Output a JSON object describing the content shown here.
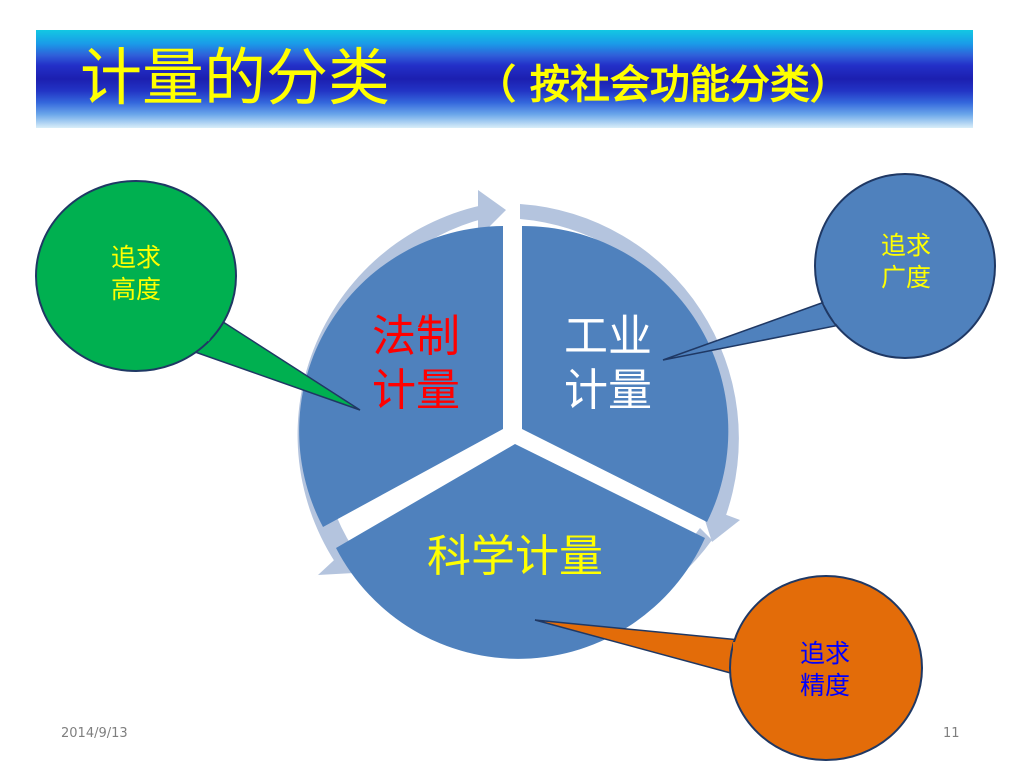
{
  "title": {
    "main": "计量的分类",
    "sub": "（ 按社会功能分类）"
  },
  "segments": {
    "legal": {
      "line1": "法制",
      "line2": "计量",
      "color": "#ff0000"
    },
    "industrial": {
      "line1": "工业",
      "line2": "计量",
      "color": "#ffffff"
    },
    "scientific": {
      "label": "科学计量",
      "color": "#ffff00"
    }
  },
  "callouts": {
    "height": {
      "line1": "追求",
      "line2": "高度",
      "fill": "#00b050",
      "text_color": "#ffff00"
    },
    "breadth": {
      "line1": "追求",
      "line2": "广度",
      "fill": "#4f81bd",
      "text_color": "#ffff00"
    },
    "precision": {
      "line1": "追求",
      "line2": "精度",
      "fill": "#e36c09",
      "text_color": "#0000ff"
    }
  },
  "colors": {
    "segment_fill": "#4f81bd",
    "arrow_ring": "#b4c4de",
    "title_text": "#ffff00"
  },
  "footer": {
    "date": "2014/9/13",
    "page": "11"
  }
}
